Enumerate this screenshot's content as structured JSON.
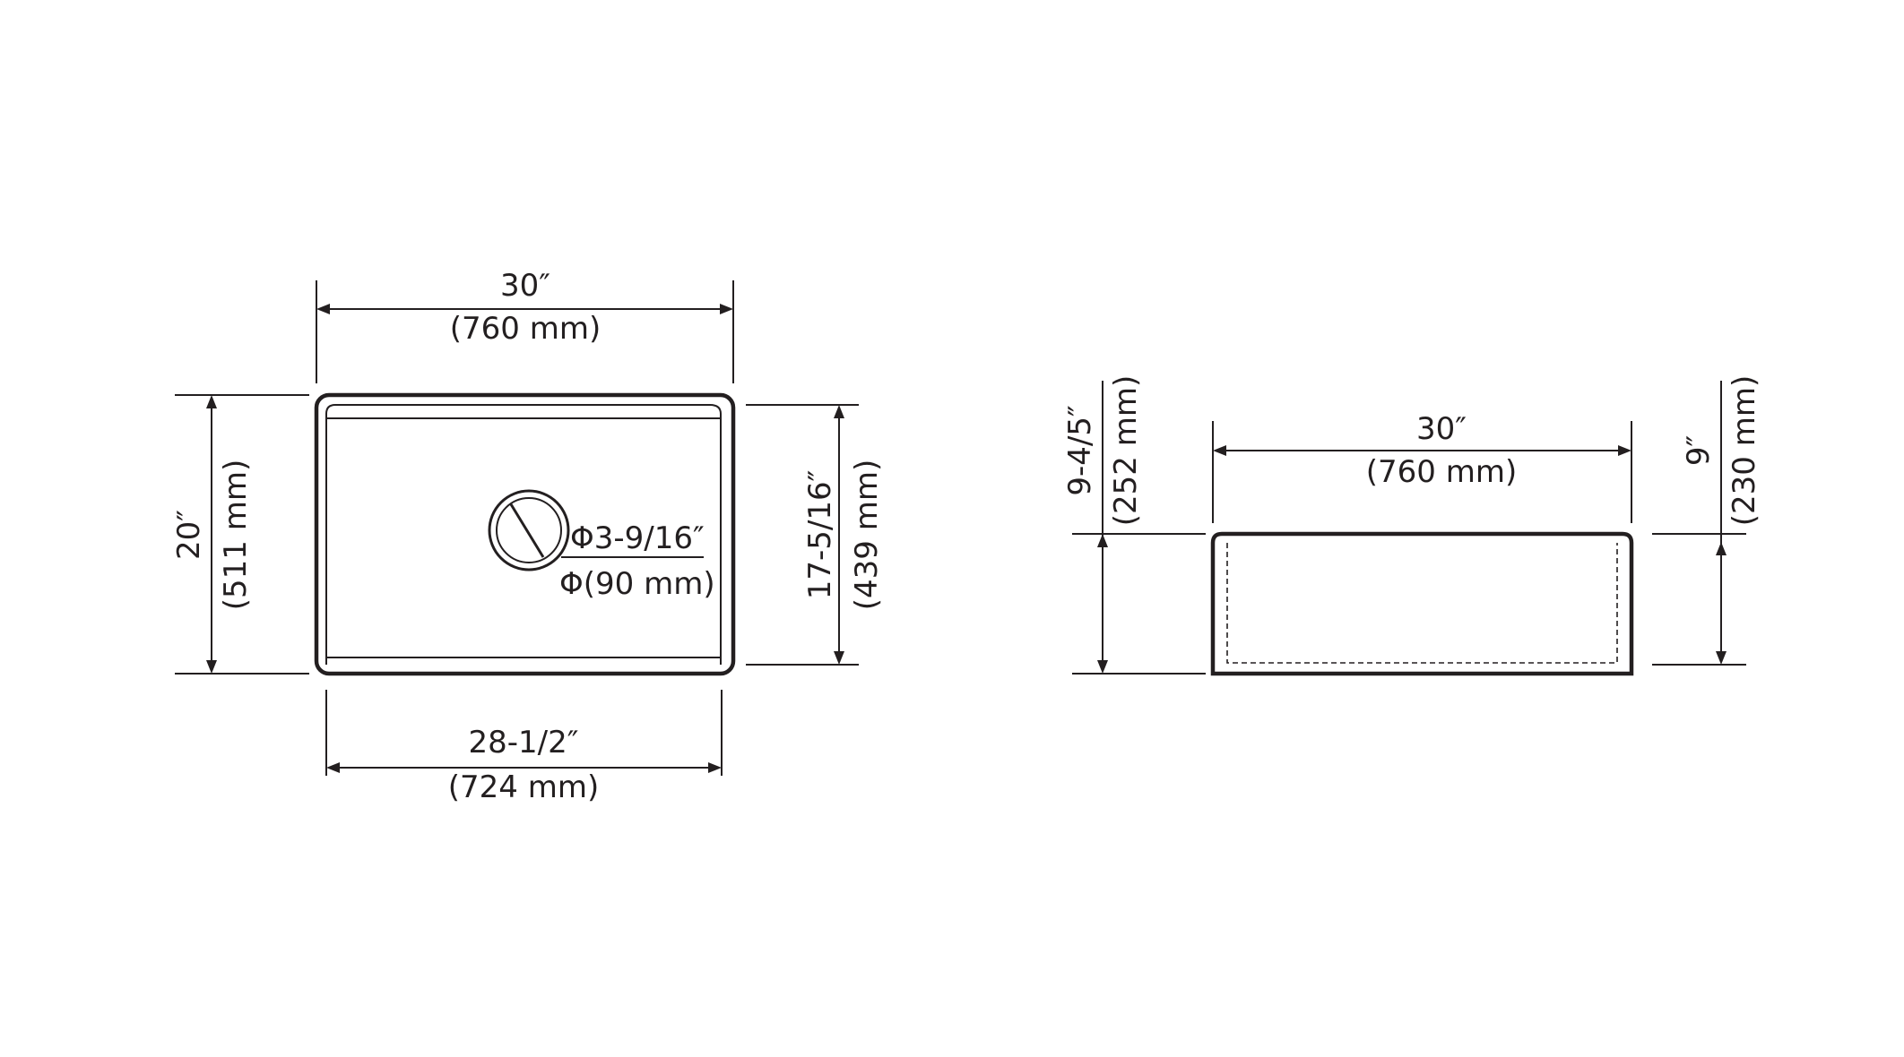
{
  "top_view": {
    "width_in": "30″",
    "width_mm": "(760 mm)",
    "depth_in": "20″",
    "depth_mm": "(511 mm)",
    "inner_depth_in": "17-5/16″",
    "inner_depth_mm": "(439 mm)",
    "inner_width_in": "28-1/2″",
    "inner_width_mm": "(724 mm)",
    "drain_diameter_in": "Φ3-9/16″",
    "drain_diameter_mm": "Φ(90 mm)"
  },
  "front_view": {
    "width_in": "30″",
    "width_mm": "(760 mm)",
    "overall_height_in": "9-4/5″",
    "overall_height_mm": "(252 mm)",
    "bowl_height_in": "9″",
    "bowl_height_mm": "(230 mm)"
  },
  "colors": {
    "line": "#231f20",
    "background": "#ffffff"
  }
}
